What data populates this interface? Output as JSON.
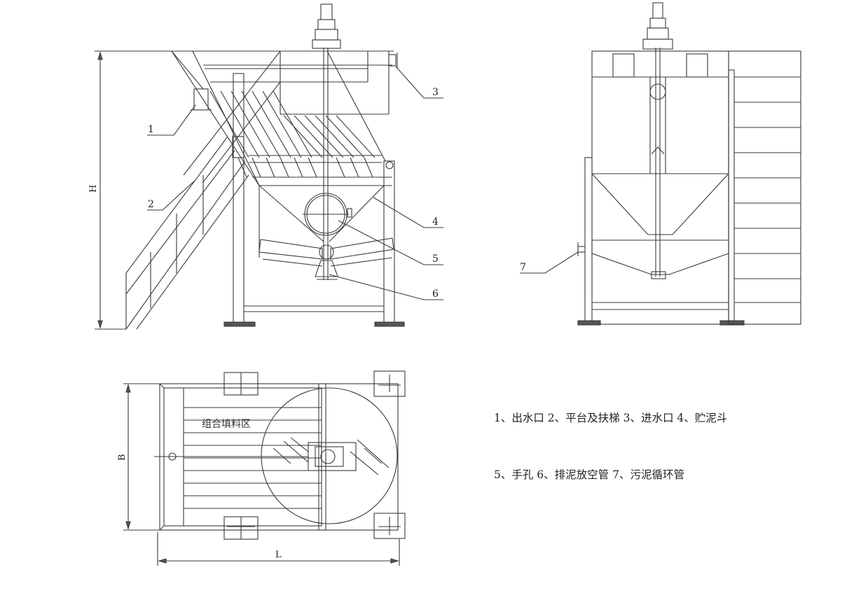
{
  "front_view": {
    "callouts": [
      "1",
      "2",
      "3",
      "4",
      "5",
      "6"
    ],
    "dimension_height": "H"
  },
  "side_view": {
    "callouts": [
      "7"
    ]
  },
  "plan_view": {
    "zone_label": "组合填料区",
    "dimension_width": "B",
    "dimension_length": "L"
  },
  "legend": {
    "line1": "1、出水口 2、平台及扶梯 3、进水口 4、贮泥斗",
    "line2": "5、手孔 6、排泥放空管 7、污泥循环管"
  }
}
